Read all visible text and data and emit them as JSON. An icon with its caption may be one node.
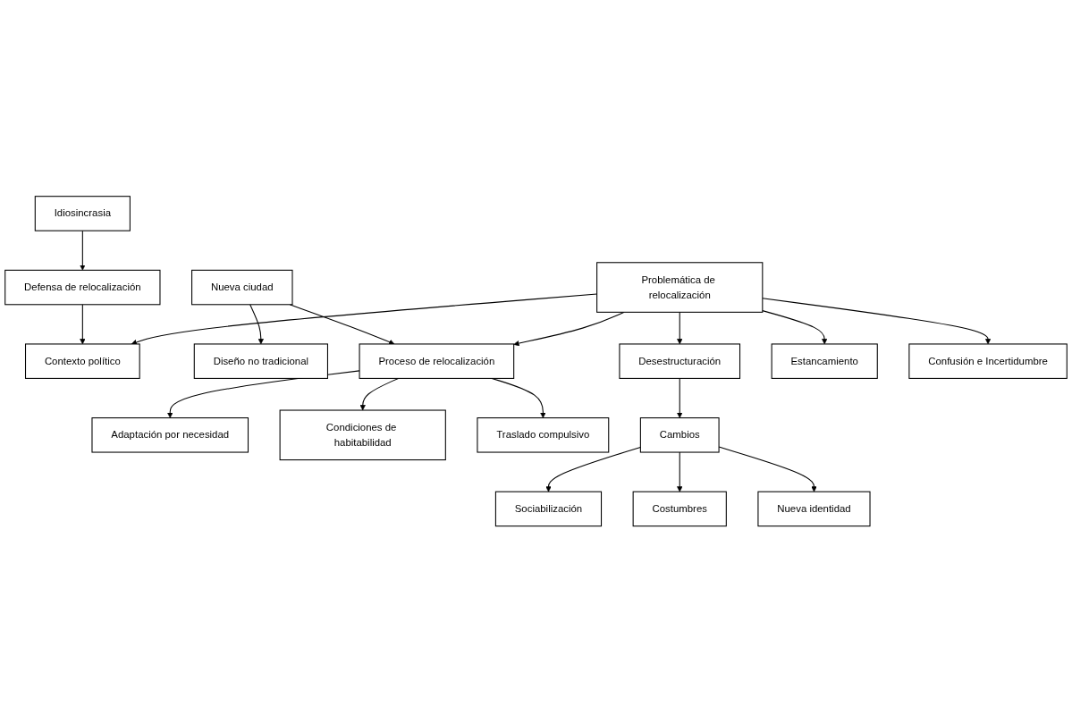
{
  "diagram": {
    "nodes": [
      {
        "text": [
          "Contexto político"
        ]
      },
      {
        "text": [
          "Problemática de relocalización"
        ]
      },
      {
        "text": [
          "Nueva ciudad"
        ]
      },
      {
        "text": [
          "Diseño no tradicional"
        ]
      },
      {
        "text": [
          "Adaptación por necesidad"
        ]
      },
      {
        "text": [
          "Proceso de relocalización"
        ]
      },
      {
        "text": [
          "Desestructuración"
        ]
      },
      {
        "text": [
          "Estancamiento"
        ]
      },
      {
        "text": [
          "Condiciones de habitabilidad"
        ]
      },
      {
        "text": [
          "Traslado compulsivo"
        ]
      },
      {
        "text": [
          "Idiosincrasia"
        ]
      },
      {
        "text": [
          "Confusión e Incertidumbre"
        ]
      },
      {
        "text": [
          "Cambios"
        ]
      },
      {
        "text": [
          "Defensa de relocalización"
        ]
      },
      {
        "text": [
          "Nueva identidad"
        ]
      },
      {
        "text": [
          "Sociabilización"
        ]
      },
      {
        "text": [
          "Costumbres"
        ]
      }
    ],
    "edges": [
      {
        "from": 1,
        "to": 0,
        "arrow": "to"
      },
      {
        "from": 1,
        "to": 7,
        "arrow": "to"
      },
      {
        "from": 1,
        "to": 11,
        "arrow": "to"
      },
      {
        "from": 1,
        "to": 6,
        "arrow": "to"
      },
      {
        "from": 1,
        "to": 5,
        "arrow": "to"
      },
      {
        "from": 2,
        "to": 3,
        "arrow": "to"
      },
      {
        "from": 2,
        "to": 5,
        "arrow": "to"
      },
      {
        "from": 5,
        "to": 4,
        "arrow": "to"
      },
      {
        "from": 5,
        "to": 8,
        "arrow": "to"
      },
      {
        "from": 5,
        "to": 9,
        "arrow": "to"
      },
      {
        "from": 6,
        "to": 12,
        "arrow": "to"
      },
      {
        "from": 10,
        "to": 13,
        "arrow": "to"
      },
      {
        "from": 13,
        "to": 0,
        "arrow": "to"
      },
      {
        "from": 12,
        "to": 15,
        "arrow": "to"
      },
      {
        "from": 12,
        "to": 16,
        "arrow": "to"
      },
      {
        "from": 12,
        "to": 14,
        "arrow": "to"
      }
    ]
  }
}
